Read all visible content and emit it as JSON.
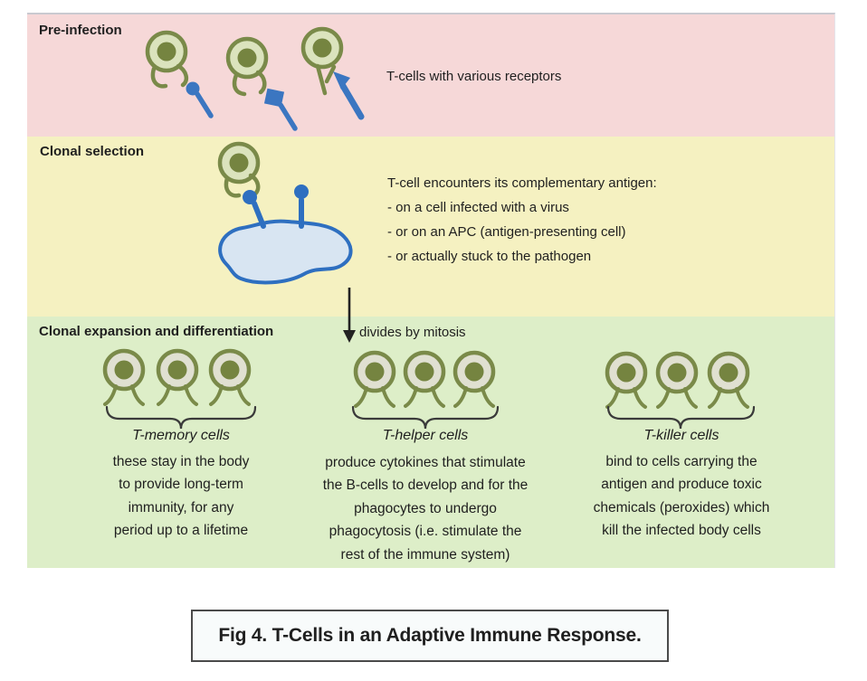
{
  "figure": {
    "caption": "Fig 4. T-Cells in an Adaptive Immune Response."
  },
  "sections": {
    "pre_infection": {
      "label": "Pre-infection",
      "note": "T-cells with various receptors"
    },
    "clonal_selection": {
      "label": "Clonal selection",
      "note": "T-cell encounters its complementary antigen:\n- on a cell infected with a virus\n- or on an APC (antigen-presenting cell)\n- or actually stuck to the pathogen"
    },
    "clonal_expansion": {
      "label": "Clonal expansion and differentiation",
      "mitosis_label": "divides by mitosis",
      "groups": [
        {
          "title": "T-memory cells",
          "description": "these stay in the body\nto provide long-term\nimmunity, for any\nperiod up to a lifetime"
        },
        {
          "title": "T-helper cells",
          "description": "produce cytokines that stimulate\nthe B-cells to develop and for the\nphagocytes to undergo\nphagocytosis (i.e. stimulate the\nrest of the immune system)"
        },
        {
          "title": "T-killer cells",
          "description": "bind to cells carrying the\nantigen and produce toxic\nchemicals (peroxides) which\nkill the infected body cells"
        }
      ]
    }
  },
  "colors": {
    "band_pre_infection": "#f6d8d8",
    "band_clonal_selection": "#f5f1c1",
    "band_clonal_expansion": "#ddeec8",
    "cell_outline": "#7a8a49",
    "cell_nucleus": "#758440",
    "cell_fill_light_green": "#dbe3bd",
    "cell_fill_beige": "#e0e0d1",
    "antigen_blue": "#3b76c1",
    "pathogen_fill": "#d8e5f2",
    "pathogen_outline": "#2e6fc0",
    "text": "#1f1f1f"
  }
}
